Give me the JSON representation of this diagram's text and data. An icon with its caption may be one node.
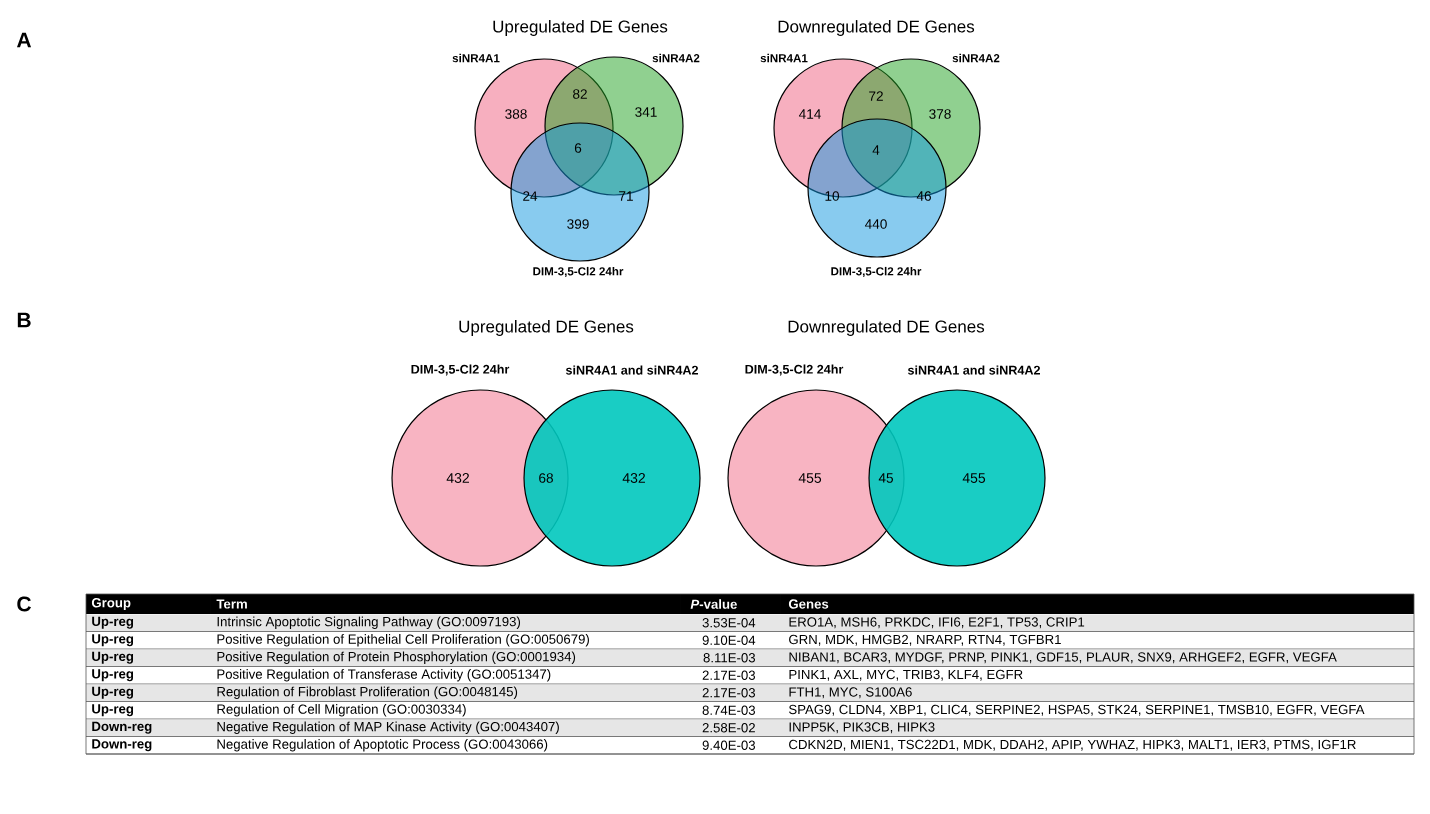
{
  "diagram": {
    "nodes": [
      {
        "text": [
          "siNR4A1",
          "388"
        ]
      },
      {
        "text": [
          "siNR4A2",
          "341"
        ]
      },
      {
        "text": [
          "399",
          "DIM-3,5-Cl2 24hr"
        ]
      },
      {
        "text": [
          "siNR4A1",
          "414"
        ]
      },
      {
        "text": [
          "siNR4A2",
          "378"
        ]
      },
      {
        "text": [
          "440",
          "DIM-3,5-Cl2 24hr"
        ]
      },
      {
        "text": [
          "DIM-3,5-Cl2 24hr",
          "432"
        ]
      },
      {
        "text": [
          "siNR4A1 and siNR4A2",
          "432"
        ]
      },
      {
        "text": [
          "DIM-3,5-Cl2 24hr",
          "455"
        ]
      },
      {
        "text": [
          "siNR4A1 and siNR4A2",
          "455"
        ]
      }
    ],
    "labels": [
      "A",
      "Upregulated DE Genes",
      "82",
      "6",
      "24",
      "71",
      "Downregulated DE Genes",
      "72",
      "4",
      "10",
      "46",
      "B",
      "Upregulated DE Genes",
      "68",
      "Downregulated DE Genes",
      "45",
      "C",
      "Group",
      "Term",
      "*P*-value",
      "Genes",
      "Up-reg",
      "Intrinsic Apoptotic Signaling Pathway (GO:0097193)",
      "3.53E-04",
      "ERO1A, MSH6, PRKDC, IFI6, E2F1, TP53, CRIP1",
      "Up-reg",
      "Positive Regulation of Epithelial Cell Proliferation (GO:0050679)",
      "9.10E-04",
      "GRN, MDK, HMGB2, NRARP, RTN4, TGFBR1",
      "Up-reg",
      "Positive Regulation of Protein Phosphorylation (GO:0001934)",
      "8.11E-03",
      "NIBAN1, BCAR3, MYDGF, PRNP, PINK1, GDF15, PLAUR, SNX9, ARHGEF2, EGFR, VEGFA",
      "Up-reg",
      "Positive Regulation of Transferase Activity (GO:0051347)",
      "2.17E-03",
      "PINK1, AXL, MYC, TRIB3, KLF4, EGFR",
      "Up-reg",
      "Regulation of Fibroblast Proliferation (GO:0048145)",
      "2.17E-03",
      "FTH1, MYC, S100A6",
      "Up-reg",
      "Regulation of Cell Migration (GO:0030334)",
      "8.74E-03",
      "SPAG9, CLDN4, XBP1, CLIC4, SERPINE2, HSPA5, STK24, SERPINE1, TMSB10, EGFR, VEGFA",
      "Down-reg",
      "Negative Regulation of MAP Kinase Activity (GO:0043407)",
      "2.58E-02",
      "INPP5K, PIK3CB, HIPK3",
      "Down-reg",
      "Negative Regulation of Apoptotic Process (GO:0043066)",
      "9.40E-03",
      "CDKN2D, MIEN1, TSC22D1, MDK, DDAH2, APIP, YWHAZ, HIPK3, MALT1, IER3, PTMS, IGF1R"
    ]
  }
}
